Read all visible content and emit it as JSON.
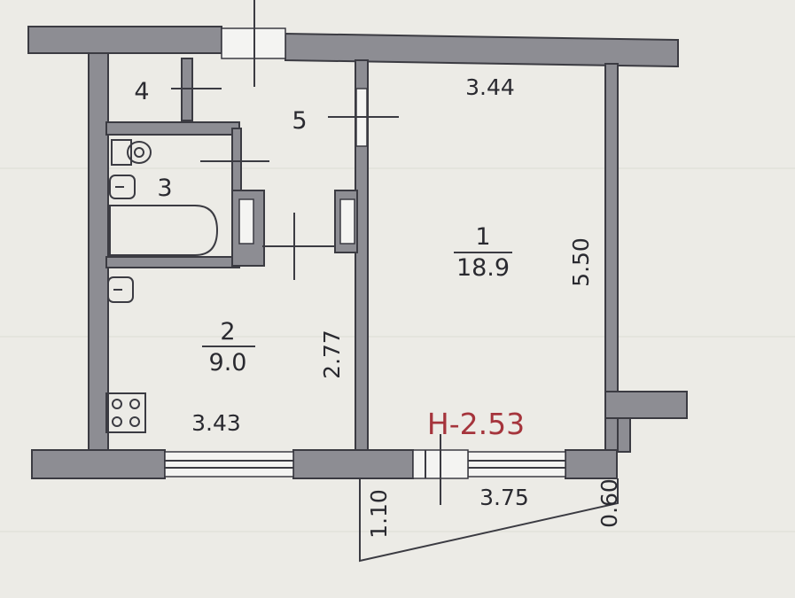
{
  "plan": {
    "rooms": [
      {
        "number": "1",
        "area": "18.9"
      },
      {
        "number": "2",
        "area": "9.0"
      },
      {
        "number": "3"
      },
      {
        "number": "4"
      },
      {
        "number": "5"
      }
    ],
    "dimensions": {
      "room1_width": "3.44",
      "room1_length": "5.50",
      "kitchen_width": "3.43",
      "kitchen_length": "2.77",
      "balcony_length": "3.75",
      "balcony_left_depth": "1.10",
      "balcony_right_depth": "0.60"
    },
    "ceiling_height": "H-2.53"
  },
  "colors": {
    "wall": "#8d8d93",
    "line": "#3b3b42",
    "height_label": "#a5343c",
    "background": "#ecebe6"
  }
}
